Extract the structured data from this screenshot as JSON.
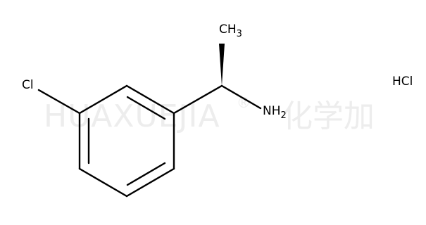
{
  "watermark": {
    "latin": "HUAXUEJIA",
    "registered": "®",
    "cjk": "化学加"
  },
  "molecule": {
    "chlorine": "Cl",
    "methyl": {
      "symbol": "CH",
      "subscript": "3"
    },
    "amine": {
      "symbol": "NH",
      "subscript": "2"
    },
    "salt": "HCl"
  },
  "colors": {
    "bond": "#000000",
    "text": "#000000",
    "watermark": "#ededed",
    "background": "#ffffff"
  }
}
